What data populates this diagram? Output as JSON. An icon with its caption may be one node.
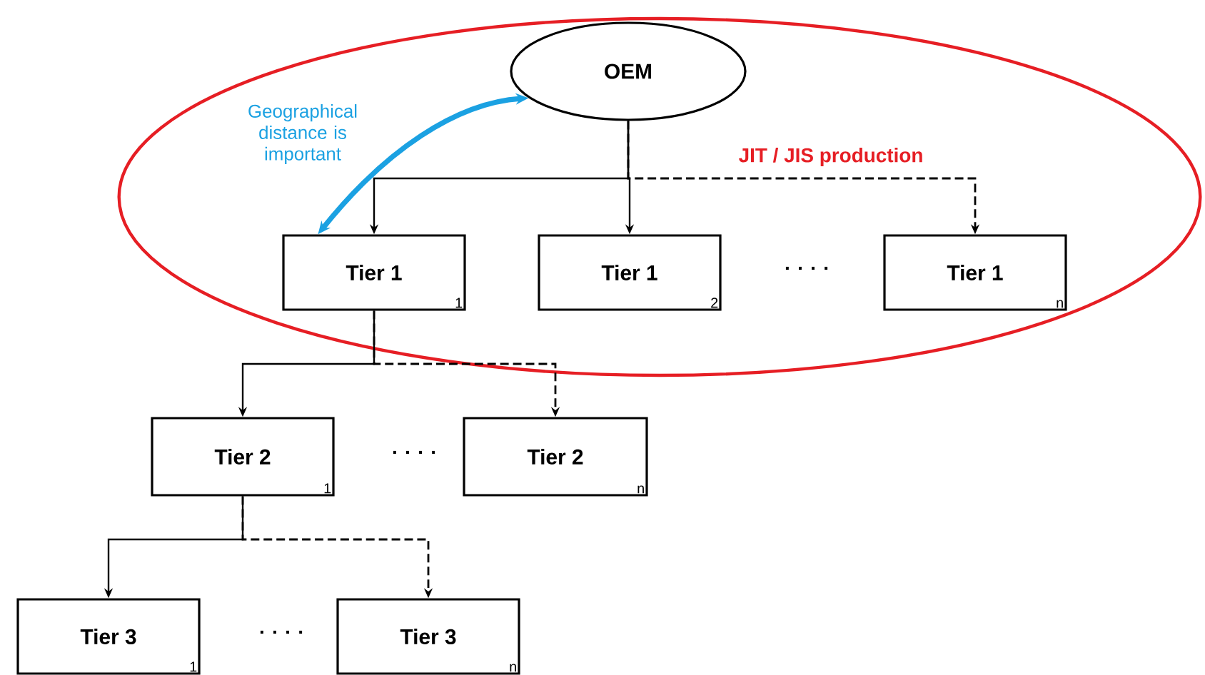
{
  "diagram": {
    "nodes": [
      {
        "text": [
          "JIT / JIS production"
        ]
      },
      {
        "text": [
          "OEM"
        ],
        "in": 0
      },
      {
        "text": [
          "Tier 1",
          "1"
        ],
        "in": 0
      },
      {
        "text": [
          "Tier 1",
          "2"
        ],
        "in": 0
      },
      {
        "text": [
          "Tier 1",
          "n"
        ],
        "in": 0
      },
      {
        "text": [
          "Tier 2",
          "1"
        ]
      },
      {
        "text": [
          "Tier 2",
          "n"
        ]
      },
      {
        "text": [
          "Tier 3",
          "1"
        ]
      },
      {
        "text": [
          "Tier 3",
          "n"
        ]
      }
    ],
    "edges": [
      {
        "from": 1,
        "to": 2,
        "arrow": "both",
        "style": "thick",
        "color": "#1ba1e2",
        "label": "Geographical distance is important"
      },
      {
        "from": 1,
        "to": 2,
        "arrow": "to"
      },
      {
        "from": 1,
        "to": 3,
        "arrow": "to"
      },
      {
        "from": 1,
        "to": 4,
        "arrow": "to",
        "style": "dashed"
      },
      {
        "from": 2,
        "to": 5,
        "arrow": "to"
      },
      {
        "from": 2,
        "to": 6,
        "arrow": "to",
        "style": "dashed"
      },
      {
        "from": 5,
        "to": 7,
        "arrow": "to"
      },
      {
        "from": 5,
        "to": 8,
        "arrow": "to",
        "style": "dashed"
      }
    ],
    "labels": [
      ". . . .",
      ". . . .",
      ". . . ."
    ]
  }
}
